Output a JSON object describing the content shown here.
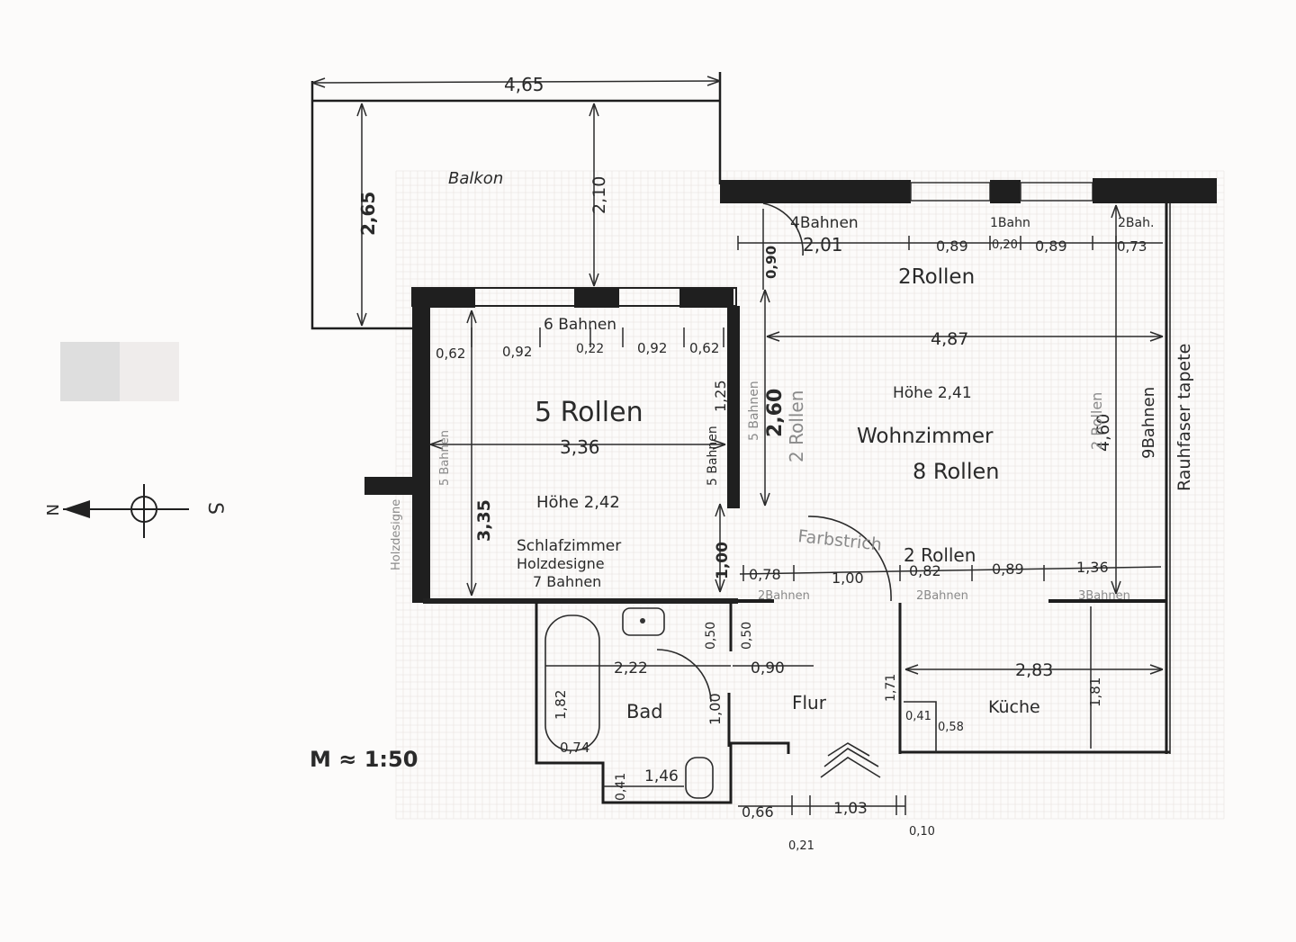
{
  "labels": {
    "balkon": "Balkon",
    "wohnzimmer": "Wohnzimmer",
    "wohnzimmer_rollen": "8 Rollen",
    "wohnzimmer_hoehe": "Höhe 2,41",
    "wohnzimmer_top_rollen": "2Rollen",
    "schlafzimmer_rollen": "5 Rollen",
    "schlafzimmer_hoehe": "Höhe 2,42",
    "schlafzimmer": "Schlafzimmer",
    "schlafzimmer_note": "Holzdesigne",
    "schlafzimmer_bahnen": "7 Bahnen",
    "six_bahnen": "6 Bahnen",
    "four_bahnen": "4Bahnen",
    "one_bahn": "1Bahn",
    "two_bah": "2Bah.",
    "kueche": "Küche",
    "bad": "Bad",
    "flur": "Flur",
    "farbstrich": "Farbstrich",
    "flur_rollen": "2 Rollen",
    "two_bahnen_a": "2Bahnen",
    "two_bahnen_b": "2Bahnen",
    "three_bahnen": "3Bahnen",
    "raufaser": "Rauhfaser tapete",
    "nine_bahnen": "9Bahnen",
    "two_rollen_right": "2 Rollen",
    "two_rollen_mid": "2 Rollen",
    "five_bahnen_left": "5 Bahnen",
    "five_bahnen_mid": "5 Bahnen",
    "holzdesigne_left": "Holzdesigne",
    "north": "N",
    "south": "S",
    "scale": "M ≈ 1:50"
  },
  "dimensions": {
    "d465": "4,65",
    "d265": "2,65",
    "d210": "2,10",
    "d201": "2,01",
    "d089a": "0,89",
    "d020": "0,20",
    "d089b": "0,89",
    "d073": "0,73",
    "d090": "0,90",
    "d487": "4,87",
    "d062a": "0,62",
    "d092a": "0,92",
    "d022": "0,22",
    "d092b": "0,92",
    "d062b": "0,62",
    "d125": "1,25",
    "d260": "2,60",
    "d460": "4,60",
    "d336": "3,36",
    "d335": "3,35",
    "d100a": "1,00",
    "d078": "0,78",
    "d100b": "1,00",
    "d082": "0,82",
    "d089c": "0,89",
    "d136": "1,36",
    "d050a": "0,50",
    "d050b": "0,50",
    "d222": "2,22",
    "d090b": "0,90",
    "d182": "1,82",
    "d100c": "1,00",
    "d074": "0,74",
    "d041a": "0,41",
    "d146": "1,46",
    "d171": "1,71",
    "d283": "2,83",
    "d181": "1,81",
    "d041b": "0,41",
    "d058": "0,58",
    "d066": "0,66",
    "d021": "0,21",
    "d103": "1,03",
    "d010": "0,10"
  }
}
